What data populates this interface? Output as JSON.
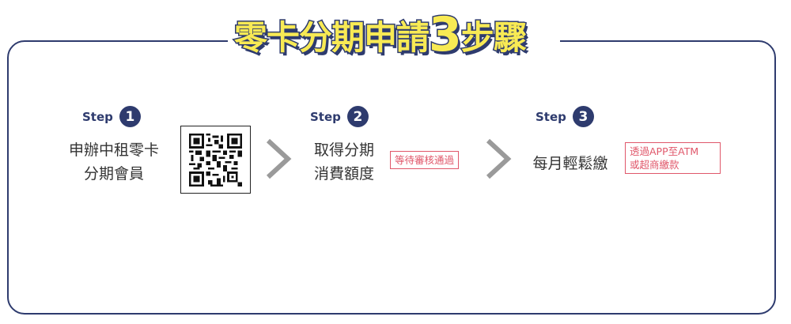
{
  "title": {
    "text": "零卡分期申請",
    "number": "3",
    "suffix": "步驟"
  },
  "colors": {
    "navy": "#2e3b6e",
    "yellow": "#f8ea54",
    "badge_red": "#e0576a"
  },
  "steps": [
    {
      "label": "Step",
      "number": "1",
      "line1": "申辦中租零卡",
      "line2": "分期會員",
      "has_qr": true
    },
    {
      "label": "Step",
      "number": "2",
      "line1": "取得分期",
      "line2": "消費額度",
      "badge": "等待審核通過"
    },
    {
      "label": "Step",
      "number": "3",
      "line1": "每月輕鬆繳",
      "badge_line1": "透過APP至ATM",
      "badge_line2": "或超商繳款"
    }
  ],
  "icons": {
    "qr": "qr-code-icon",
    "arrow": "chevron-right-icon"
  }
}
